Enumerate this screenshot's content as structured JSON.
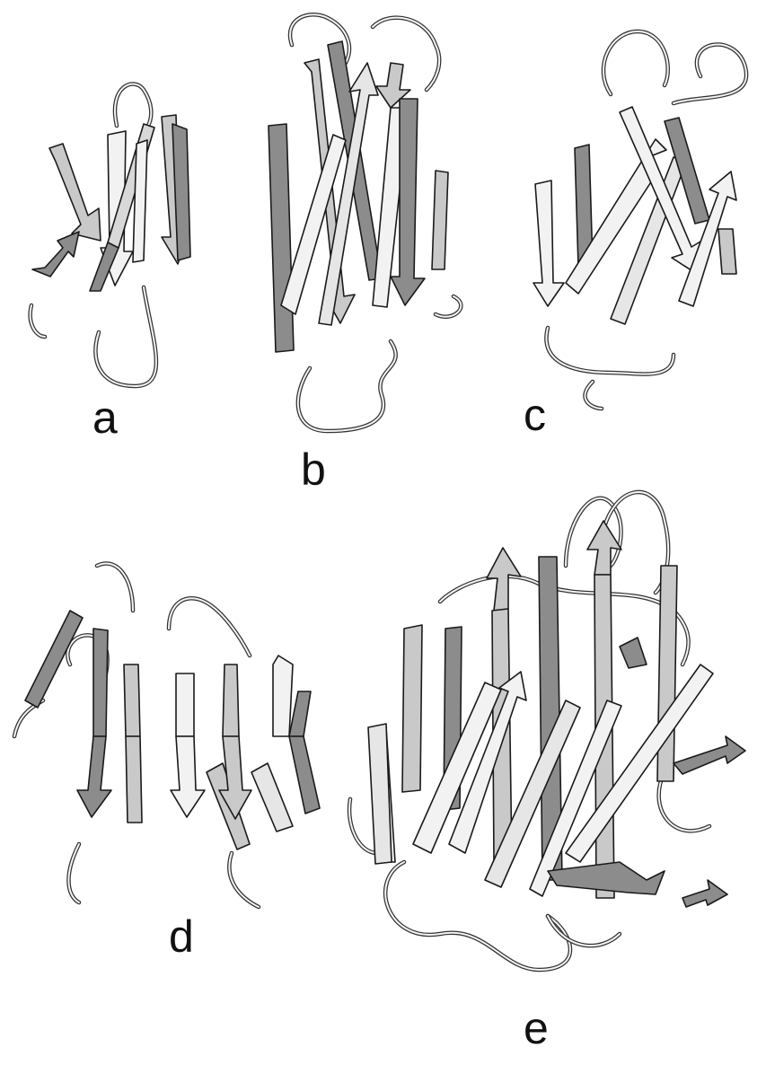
{
  "figure": {
    "panels": [
      {
        "id": "a",
        "label": "a"
      },
      {
        "id": "b",
        "label": "b"
      },
      {
        "id": "c",
        "label": "c"
      },
      {
        "id": "d",
        "label": "d"
      },
      {
        "id": "e",
        "label": "e"
      }
    ],
    "colors": {
      "strand_light": "#f2f2f2",
      "strand_mid": "#c9c9c9",
      "strand_dark": "#8c8c8c",
      "coil": "#333333",
      "outline": "#1a1a1a"
    }
  }
}
